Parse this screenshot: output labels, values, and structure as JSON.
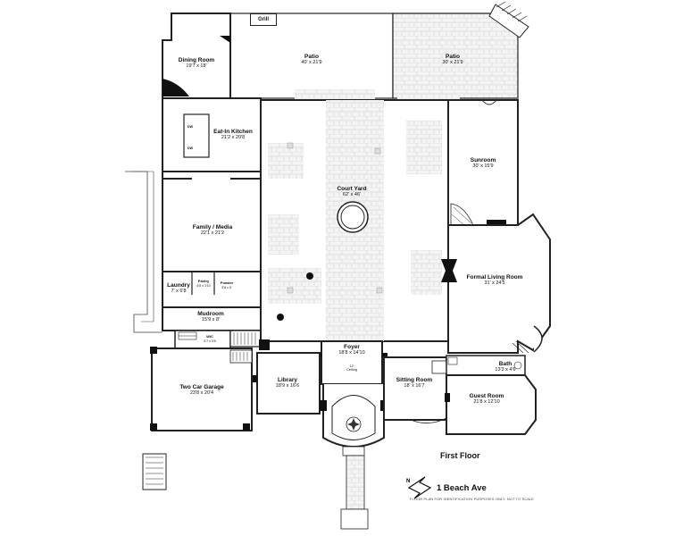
{
  "floor_title": "First Floor",
  "address": "1 Beach Ave",
  "disclaimer": "FLOOR PLAN FOR IDENTIFICATION PURPOSES ONLY. NOT TO SCALE",
  "grill_label": "Grill",
  "ceiling_note": {
    "line1": "12'",
    "line2": "Ceiling"
  },
  "appliance": {
    "dw": "DW",
    "dw2": "DW"
  },
  "rooms": {
    "dining": {
      "name": "Dining Room",
      "dims": "19'7 x 18'"
    },
    "patio1": {
      "name": "Patio",
      "dims": "40' x 21'9"
    },
    "patio2": {
      "name": "Patio",
      "dims": "30' x 21'9"
    },
    "kitchen": {
      "name": "Eat-In Kitchen",
      "dims": "21'2 x 20'8"
    },
    "courtyard": {
      "name": "Court Yard",
      "dims": "62' x 46'"
    },
    "sunroom": {
      "name": "Sunroom",
      "dims": "30' x 15'9"
    },
    "family": {
      "name": "Family / Media",
      "dims": "22'1 x 21'2"
    },
    "formal": {
      "name": "Formal Living Room",
      "dims": "31' x 24'5"
    },
    "laundry": {
      "name": "Laundry",
      "dims": "7' x 6'8"
    },
    "pantry": {
      "name": "Pantry",
      "dims": "4'8 x 3'10"
    },
    "powder": {
      "name": "Powder",
      "dims": "5'8 x 5'"
    },
    "mudroom": {
      "name": "Mudroom",
      "dims": "15'9 x 8'"
    },
    "wic": {
      "name": "WIC",
      "dims": "5'7 x 3'8"
    },
    "foyer": {
      "name": "Foyer",
      "dims": "18'8 x 14'10"
    },
    "garage": {
      "name": "Two Car Garage",
      "dims": "23'8 x 20'4"
    },
    "library": {
      "name": "Library",
      "dims": "18'9 x 16'6"
    },
    "sitting": {
      "name": "Sitting Room",
      "dims": "18' x 16'7"
    },
    "bath": {
      "name": "Bath",
      "dims": "13'3 x 4'6"
    },
    "guest": {
      "name": "Guest Room",
      "dims": "21'8 x 12'10"
    }
  }
}
